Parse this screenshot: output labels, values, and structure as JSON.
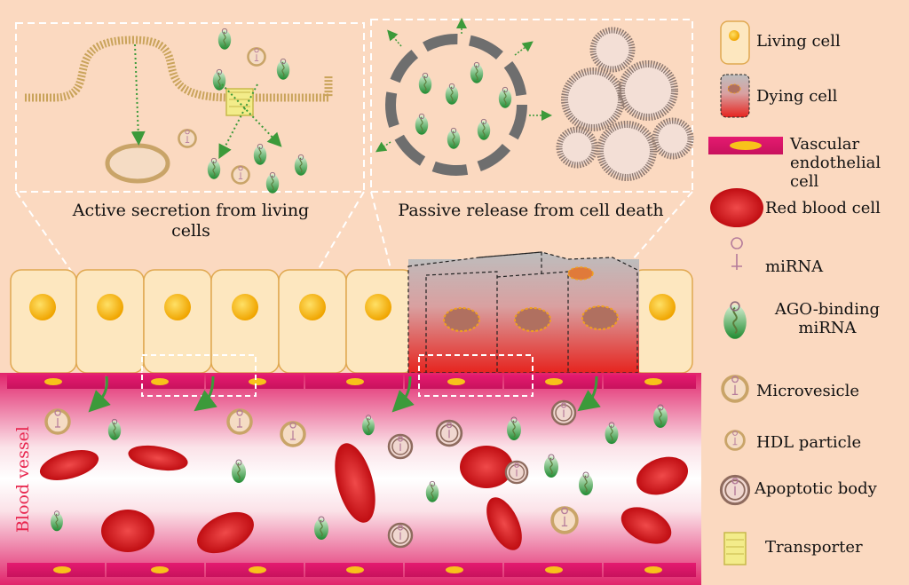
{
  "labels": {
    "active_secretion": "Active secretion from living cells",
    "passive_release": "Passive release from cell death",
    "blood_vessel": "Blood vessel"
  },
  "legend": {
    "items": [
      {
        "label": "Living cell",
        "icon": "living-cell-icon"
      },
      {
        "label": "Dying cell",
        "icon": "dying-cell-icon"
      },
      {
        "label": "Vascular endothelial cell",
        "icon": "endothelial-cell-icon"
      },
      {
        "label": "Red blood cell",
        "icon": "red-blood-cell-icon"
      },
      {
        "label": "miRNA",
        "icon": "mirna-icon"
      },
      {
        "label": "AGO-binding miRNA",
        "icon": "ago-mirna-icon"
      },
      {
        "label": "Microvesicle",
        "icon": "microvesicle-icon"
      },
      {
        "label": "HDL particle",
        "icon": "hdl-particle-icon"
      },
      {
        "label": "Apoptotic body",
        "icon": "apoptotic-body-icon"
      },
      {
        "label": "Transporter",
        "icon": "transporter-icon"
      }
    ]
  },
  "colors": {
    "background": "#fbd9c0",
    "living_cell": "#fde7bf",
    "nucleus": "#f6b81b",
    "dying_cell_top": "#b9b9b9",
    "dying_cell_bottom": "#e8342c",
    "endothelium": "#e21b6f",
    "blood_vessel_edge": "#e8447f",
    "red_blood_cell": "#d6121a",
    "ago": "#2e9a3c",
    "membrane": "#c9a35a",
    "arrow": "#3c9a3a"
  }
}
